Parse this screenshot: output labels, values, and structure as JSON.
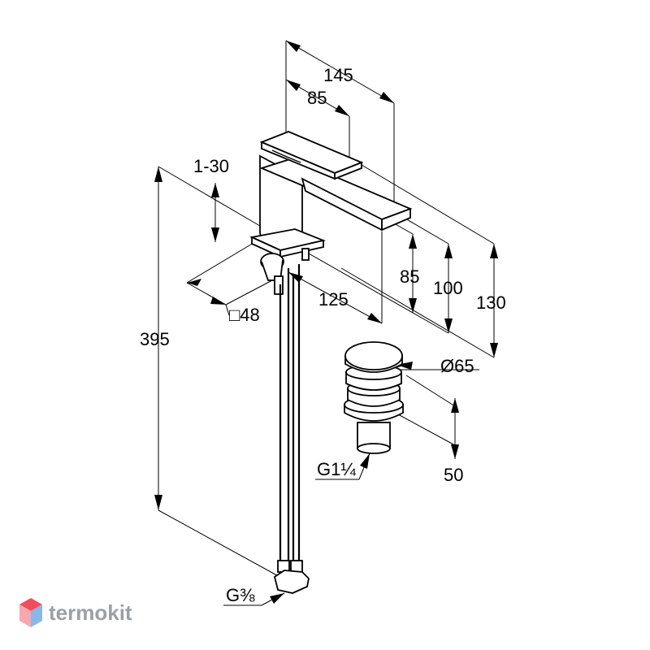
{
  "dimensions": {
    "total_width": "145",
    "lever_width": "85",
    "lever_angle": "1-30",
    "base_square": "□48",
    "spout_reach": "125",
    "total_height": "395",
    "spout_height": "85",
    "spout_top_height": "100",
    "overall_height": "130",
    "waste_diameter": "Ø65",
    "waste_height": "50",
    "waste_thread": "G1¼",
    "hose_thread": "G⅜"
  },
  "watermark": {
    "brand": "termokit",
    "colors": {
      "top": "#f04e5e",
      "left": "#f7a7b0",
      "right": "#8ab6e8"
    }
  }
}
